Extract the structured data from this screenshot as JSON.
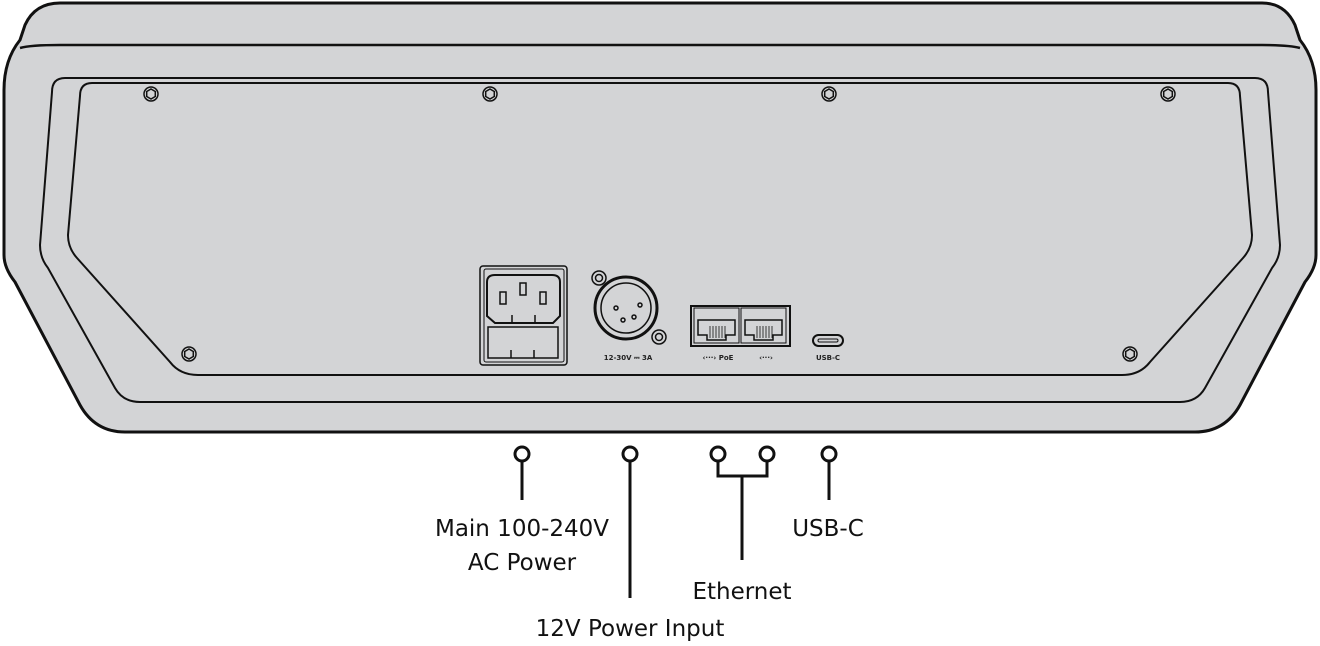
{
  "device_markings": {
    "power_rating": "12-30V ⎓ 3A",
    "ethernet_1": "‹···› PoE",
    "ethernet_2": "‹···›",
    "usb": "USB-C"
  },
  "callouts": {
    "ac_power": [
      "Main 100-240V",
      "AC Power"
    ],
    "dc_power": "12V Power Input",
    "ethernet": "Ethernet",
    "usb": "USB-C"
  },
  "colors": {
    "body": "#d3d4d6",
    "outline": "#111111"
  }
}
